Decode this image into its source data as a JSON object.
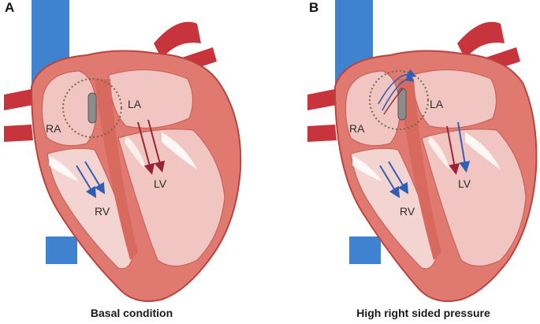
{
  "panels": [
    {
      "letter": "A",
      "caption": "Basal condition",
      "labels": {
        "ra": "RA",
        "la": "LA",
        "rv": "RV",
        "lv": "LV"
      },
      "la_to_lv_arrows": "red",
      "shunt_flow_through_device": false
    },
    {
      "letter": "B",
      "caption": "High right sided pressure",
      "labels": {
        "ra": "RA",
        "la": "LA",
        "rv": "RV",
        "lv": "LV"
      },
      "la_to_lv_arrows": "red-and-blue",
      "shunt_flow_through_device": true
    }
  ],
  "colors": {
    "oxygenated": "#9b2335",
    "deoxygenated": "#2f5fb4",
    "vena_cava": "#3f82cf",
    "aorta": "#c7343c",
    "myocardium": "#e07a70",
    "chamber_fill": "#f1c6c2",
    "device": "#8c8c8c"
  }
}
